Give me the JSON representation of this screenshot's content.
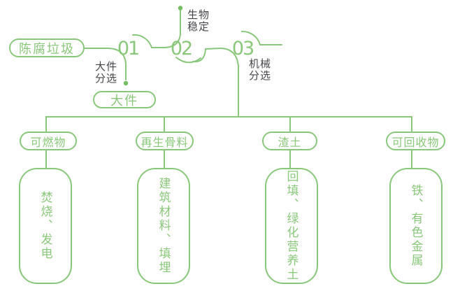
{
  "diagram": {
    "title_hint": "waste-processing-flowchart",
    "colors": {
      "green": "#89C87A",
      "dot_green": "#74BD62",
      "label_dark": "#45464A"
    },
    "source": {
      "label": "陈腐垃圾"
    },
    "steps": [
      {
        "number": "01",
        "label": "大件\n分选",
        "output": "大件"
      },
      {
        "number": "02",
        "label": "生物\n稳定"
      },
      {
        "number": "03",
        "label": "机械\n分选"
      }
    ],
    "branches": [
      {
        "category": "可燃物",
        "detail": "焚烧、发电"
      },
      {
        "category": "再生骨料",
        "detail": "建筑材料、填埋"
      },
      {
        "category": "渣土",
        "detail": "回填、绿化营养土"
      },
      {
        "category": "可回收物",
        "detail": "铁、有色金属"
      }
    ]
  }
}
